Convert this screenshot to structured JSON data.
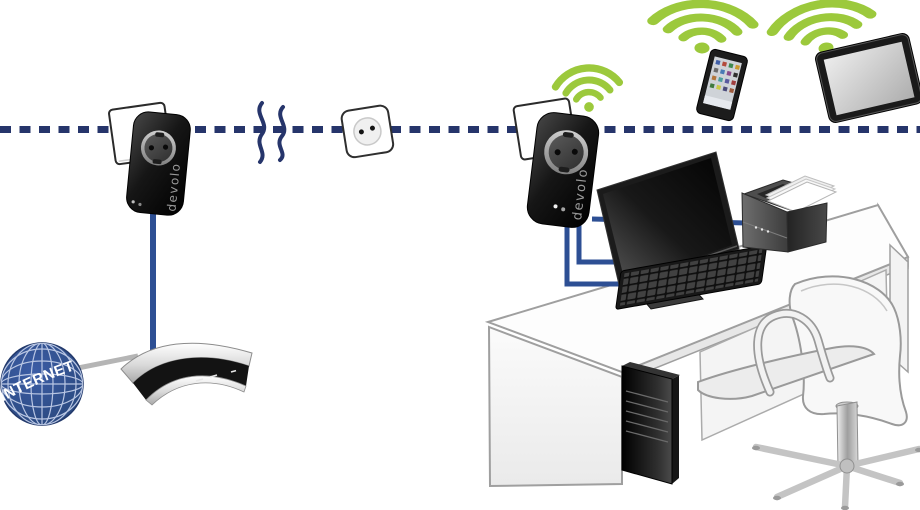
{
  "diagram": {
    "description": "Illustration of a devolo powerline home network: an internet router feeds a powerline adapter; the signal travels over the electrical wiring (dashed line) through wall outlets to a second Wi-Fi powerline adapter that serves a desk with computer, monitor, keyboard and printer, plus wireless tablets."
  },
  "labels": {
    "internet": "INTERNET",
    "adapter_left_brand": "devolo",
    "adapter_right_brand": "devolo"
  },
  "colors": {
    "powerline_dash_navy": "#26356b",
    "cable_blue": "#2d4f94",
    "wifi_green": "#9cc93c",
    "globe_blue": "#2d4e8e",
    "outline_gray": "#9f9f9f",
    "device_black": "#111111"
  },
  "components": [
    "internet-globe",
    "internet-cable",
    "router",
    "ethernet-cable",
    "powerline-adapter-left",
    "wall-plate-left",
    "powerline-dashed-line",
    "signal-waves",
    "wall-outlet",
    "wall-plate-right",
    "powerline-adapter-right",
    "wifi-signal-adapter",
    "wifi-signal-tablet-small",
    "wifi-signal-tablet-large",
    "tablet-small",
    "tablet-large",
    "monitor",
    "keyboard",
    "printer",
    "paper-stack",
    "pc-tower",
    "desk",
    "office-chair",
    "lan-cable-to-pc",
    "lan-cable-to-monitor",
    "lan-cable-to-printer"
  ]
}
